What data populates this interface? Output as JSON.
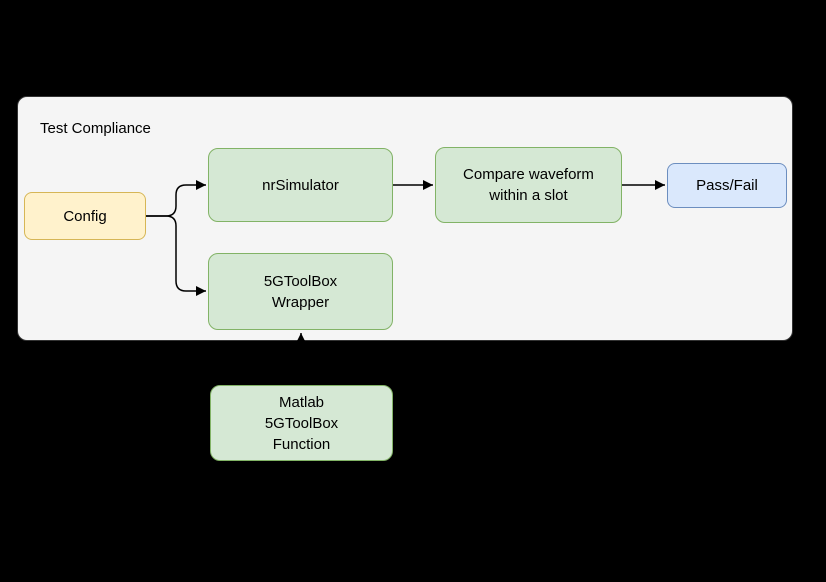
{
  "diagram": {
    "canvas_background": "#000000",
    "container": {
      "label": "Test Compliance",
      "fill": "#f5f5f5",
      "stroke": "#333333"
    },
    "nodes": [
      {
        "id": "config",
        "label": "Config",
        "fill": "#fff2cc",
        "stroke": "#d6b656"
      },
      {
        "id": "nrsimulator",
        "label": "nrSimulator",
        "fill": "#d5e8d4",
        "stroke": "#82b366"
      },
      {
        "id": "5gtoolbox-wrapper",
        "label": "5GToolBox\nWrapper",
        "fill": "#d5e8d4",
        "stroke": "#82b366"
      },
      {
        "id": "compare-waveform",
        "label": "Compare waveform\nwithin a slot",
        "fill": "#d5e8d4",
        "stroke": "#82b366"
      },
      {
        "id": "pass-fail",
        "label": "Pass/Fail",
        "fill": "#dae8fc",
        "stroke": "#6c8ebf"
      },
      {
        "id": "matlab-function",
        "label": "Matlab\n5GToolBox\nFunction",
        "fill": "#d5e8d4",
        "stroke": "#82b366"
      }
    ],
    "connectors": {
      "color": "#000000",
      "edges": [
        "config -> nrSimulator",
        "config -> 5GToolBox Wrapper",
        "nrSimulator -> Compare waveform within a slot",
        "Compare waveform within a slot -> Pass/Fail",
        "Matlab 5GToolBox Function -> 5GToolBox Wrapper"
      ]
    },
    "text_color": "#000000"
  }
}
